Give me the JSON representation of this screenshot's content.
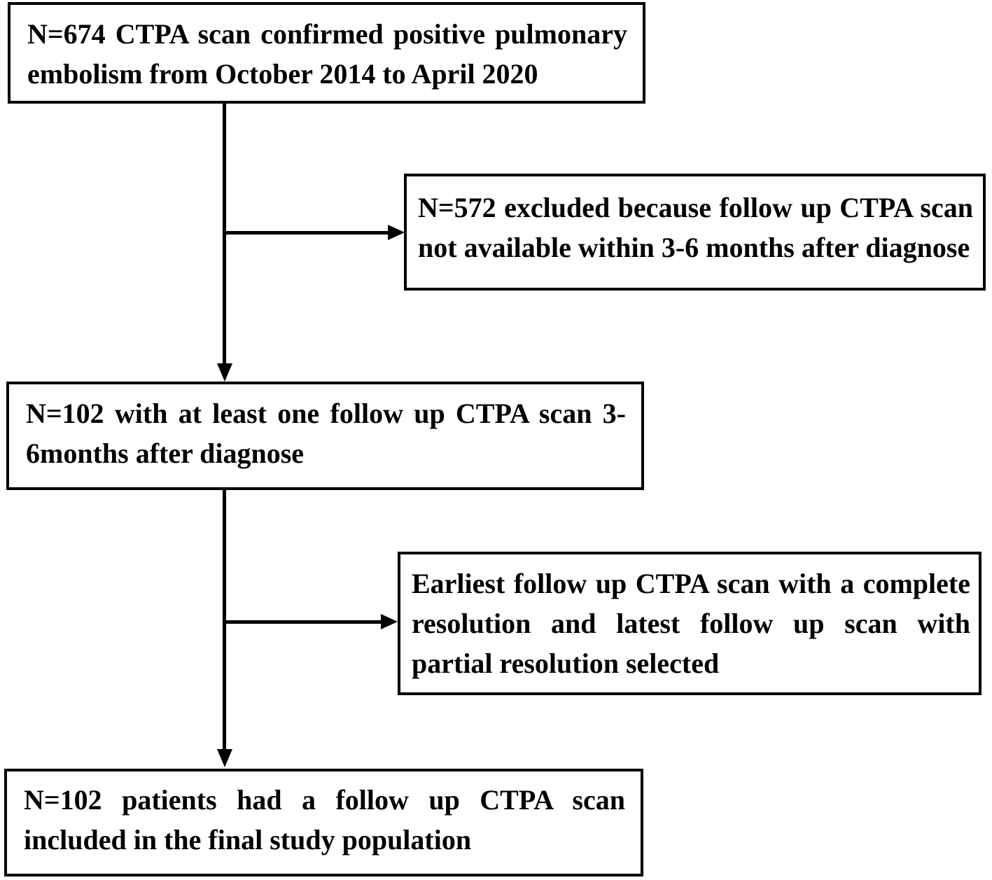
{
  "figure": {
    "type": "patient-selection-flowchart",
    "colors": {
      "background": "#ffffff",
      "line": "#000000",
      "text": "#000000"
    },
    "boxes": {
      "confirmed": {
        "lines": [
          "N=674 CTPA scan confirmed positive pulmonary",
          "embolism from October 2014 to April 2020"
        ]
      },
      "excluded": {
        "lines": [
          "N=572 excluded because follow up CTPA scan",
          "not available within 3-6 months after diagnose"
        ]
      },
      "followup": {
        "lines": [
          "N=102 with at least one follow up CTPA scan 3-",
          "6months after diagnose"
        ]
      },
      "selection": {
        "lines": [
          "Earliest follow up CTPA scan with a complete",
          "resolution and latest follow up scan with",
          "partial resolution selected"
        ]
      },
      "final": {
        "lines": [
          "N=102 patients had a follow up CTPA scan",
          "included in the final study population"
        ]
      }
    }
  }
}
